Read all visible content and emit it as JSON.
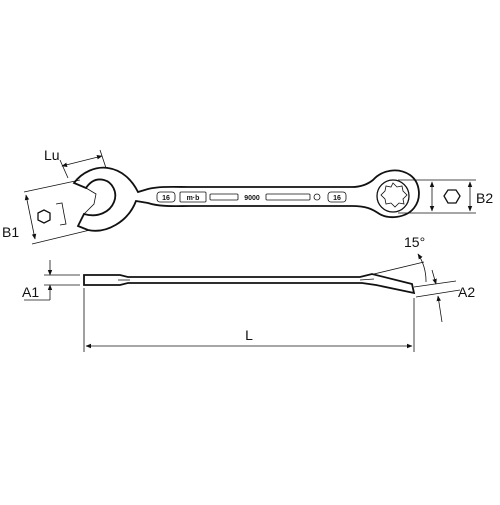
{
  "diagram": {
    "labels": {
      "lu": "Lu",
      "b1": "B1",
      "b2": "B2",
      "a1": "A1",
      "a2": "A2",
      "l": "L",
      "angle": "15°"
    },
    "stamps": {
      "size_left": "16",
      "brand": "m·b",
      "model": "9000",
      "size_right": "16"
    }
  }
}
